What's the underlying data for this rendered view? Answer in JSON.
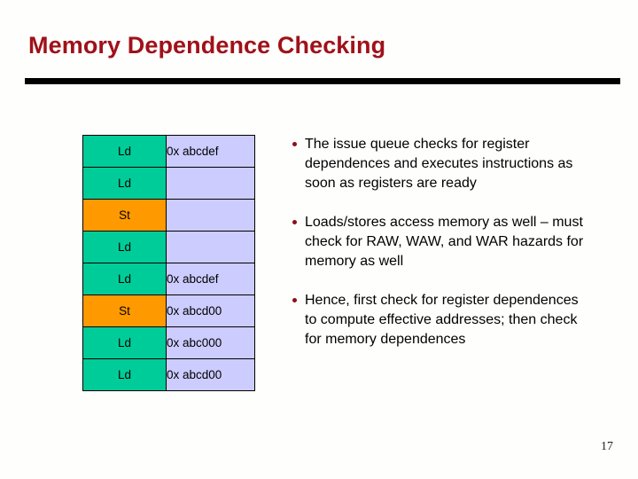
{
  "slide": {
    "title": "Memory Dependence Checking",
    "title_color": "#a01119",
    "rule_color": "#000000",
    "background_color": "#fefefd",
    "number": "17"
  },
  "table": {
    "columns": [
      "op",
      "address"
    ],
    "colors": {
      "load_row": "#00cc99",
      "store_row": "#ff9900",
      "address_cell": "#ccccff",
      "border": "#000000"
    },
    "rows": [
      {
        "op": "Ld",
        "kind": "ld",
        "address": "0x abcdef"
      },
      {
        "op": "Ld",
        "kind": "ld",
        "address": ""
      },
      {
        "op": "St",
        "kind": "st",
        "address": ""
      },
      {
        "op": "Ld",
        "kind": "ld",
        "address": ""
      },
      {
        "op": "Ld",
        "kind": "ld",
        "address": "0x abcdef"
      },
      {
        "op": "St",
        "kind": "st",
        "address": "0x abcd00"
      },
      {
        "op": "Ld",
        "kind": "ld",
        "address": "0x abc000"
      },
      {
        "op": "Ld",
        "kind": "ld",
        "address": "0x abcd00"
      }
    ]
  },
  "bullets": {
    "marker_color": "#8b1014",
    "items": [
      {
        "text": "The issue queue checks for register dependences and executes instructions as soon as registers are ready"
      },
      {
        "text": "Loads/stores access memory as well – must check for RAW, WAW, and WAR hazards for memory as well"
      },
      {
        "text": "Hence, first check for register dependences to compute effective addresses; then check for memory dependences"
      }
    ]
  }
}
